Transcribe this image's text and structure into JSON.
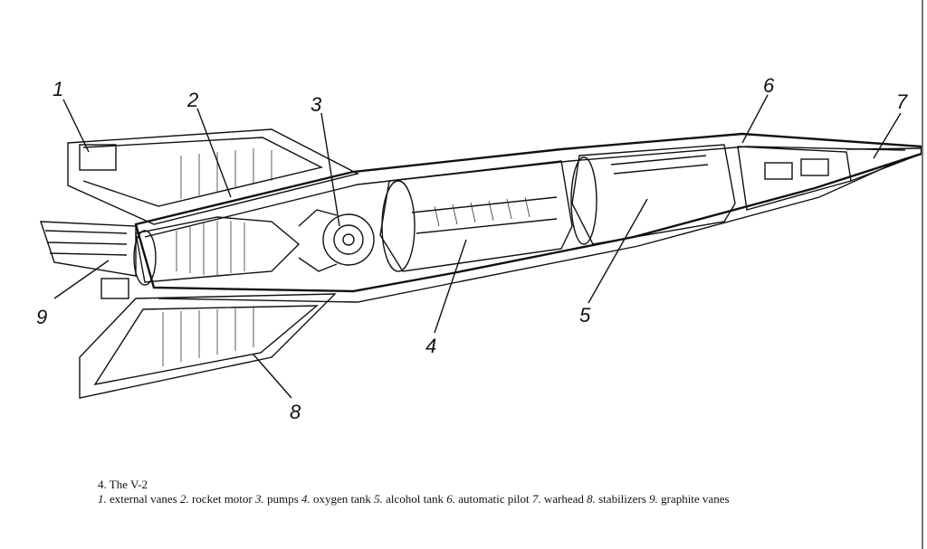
{
  "figure": {
    "title": "4. The V-2",
    "legend": [
      {
        "num": "1.",
        "label": "external vanes"
      },
      {
        "num": "2.",
        "label": "rocket motor"
      },
      {
        "num": "3.",
        "label": "pumps"
      },
      {
        "num": "4.",
        "label": "oxygen tank"
      },
      {
        "num": "5.",
        "label": "alcohol tank"
      },
      {
        "num": "6.",
        "label": "automatic pilot"
      },
      {
        "num": "7.",
        "label": "warhead"
      },
      {
        "num": "8.",
        "label": "stabilizers"
      },
      {
        "num": "9.",
        "label": "graphite vanes"
      }
    ]
  },
  "callouts": [
    "1",
    "2",
    "3",
    "4",
    "5",
    "6",
    "7",
    "8",
    "9"
  ]
}
